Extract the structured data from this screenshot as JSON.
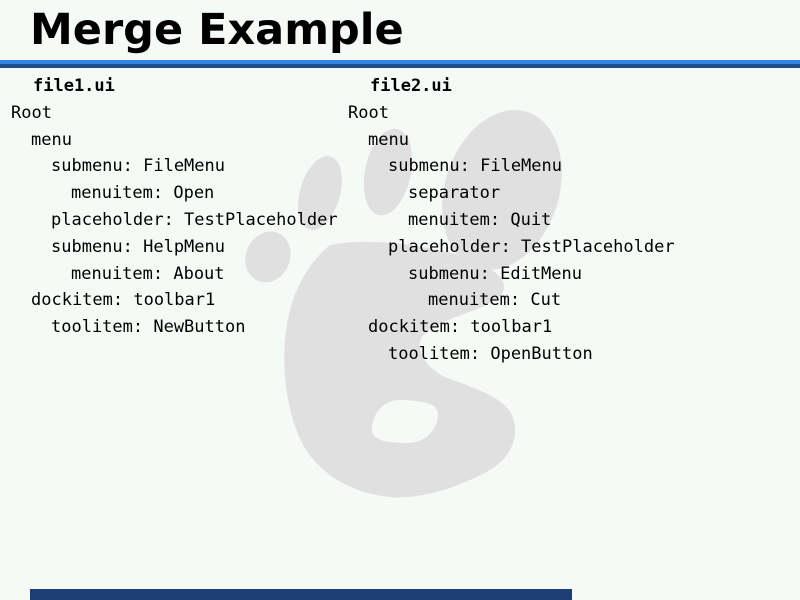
{
  "slide": {
    "title": "Merge Example",
    "background_color": "#f6faf6",
    "accent_light_blue": "#3584e4",
    "accent_dark_blue": "#1e4e8c",
    "footer_bar_color": "#1d3f73",
    "watermark_icon": "gnome-foot-logo",
    "watermark_color": "#e0e0e0",
    "text_color": "#000000"
  },
  "columns": [
    {
      "header": "file1.ui",
      "lines": [
        {
          "indent": 0,
          "text": "Root"
        },
        {
          "indent": 1,
          "text": "menu"
        },
        {
          "indent": 2,
          "text": "submenu: FileMenu"
        },
        {
          "indent": 3,
          "text": "menuitem: Open"
        },
        {
          "indent": 2,
          "text": "placeholder: TestPlaceholder"
        },
        {
          "indent": 2,
          "text": "submenu: HelpMenu"
        },
        {
          "indent": 3,
          "text": "menuitem: About"
        },
        {
          "indent": 1,
          "text": "dockitem: toolbar1"
        },
        {
          "indent": 2,
          "text": "toolitem: NewButton"
        }
      ]
    },
    {
      "header": "file2.ui",
      "lines": [
        {
          "indent": 0,
          "text": "Root"
        },
        {
          "indent": 1,
          "text": "menu"
        },
        {
          "indent": 2,
          "text": "submenu: FileMenu"
        },
        {
          "indent": 3,
          "text": "separator"
        },
        {
          "indent": 3,
          "text": "menuitem: Quit"
        },
        {
          "indent": 2,
          "text": "placeholder: TestPlaceholder"
        },
        {
          "indent": 3,
          "text": "submenu: EditMenu"
        },
        {
          "indent": 4,
          "text": "menuitem: Cut"
        },
        {
          "indent": 1,
          "text": "dockitem: toolbar1"
        },
        {
          "indent": 2,
          "text": "toolitem: OpenButton"
        }
      ]
    }
  ]
}
